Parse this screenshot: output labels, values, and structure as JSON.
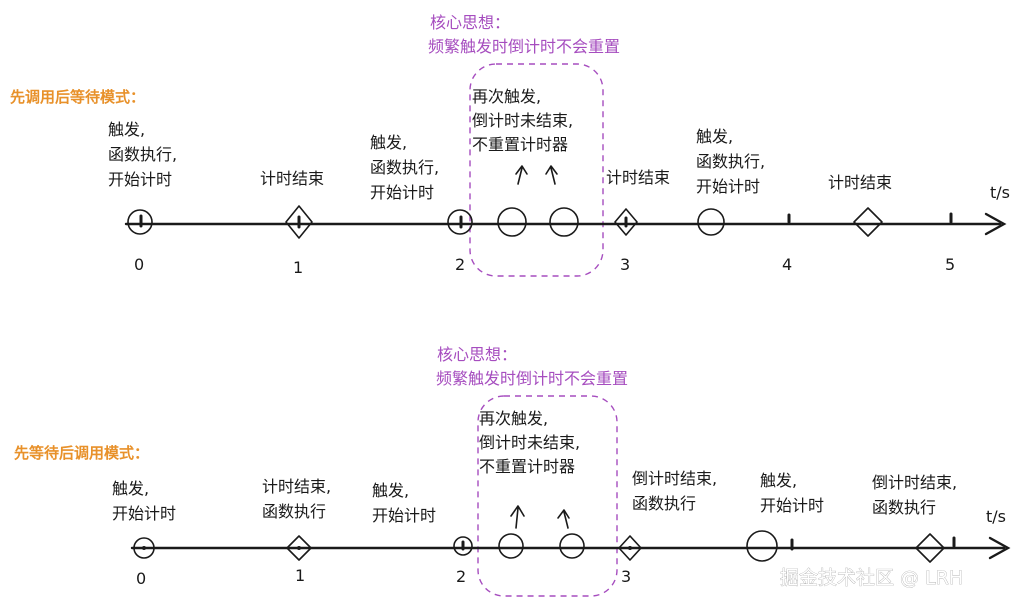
{
  "colors": {
    "purple": "#a64dbf",
    "orange": "#e8912a",
    "ink": "#1a1a1a"
  },
  "axis_label": "t/s",
  "watermark": "掘金技术社区 @ LRH",
  "panel1": {
    "mode_title": "先调用后等待模式：",
    "core_line1": "核心思想：",
    "core_line2": "频繁触发时倒计时不会重置",
    "ticks": [
      "0",
      "1",
      "2",
      "3",
      "4",
      "5"
    ],
    "box_note": [
      "再次触发,",
      "倒计时未结束,",
      "不重置计时器"
    ],
    "annotations": [
      [
        "触发,",
        "函数执行,",
        "开始计时"
      ],
      [
        "计时结束"
      ],
      [
        "触发,",
        "函数执行,",
        "开始计时"
      ],
      [
        "计时结束"
      ],
      [
        "触发,",
        "函数执行,",
        "开始计时"
      ],
      [
        "计时结束"
      ]
    ]
  },
  "panel2": {
    "mode_title": "先等待后调用模式：",
    "core_line1": "核心思想：",
    "core_line2": "频繁触发时倒计时不会重置",
    "ticks": [
      "0",
      "1",
      "2",
      "3"
    ],
    "box_note": [
      "再次触发,",
      "倒计时未结束,",
      "不重置计时器"
    ],
    "annotations": [
      [
        "触发,",
        "开始计时"
      ],
      [
        "计时结束,",
        "函数执行"
      ],
      [
        "触发,",
        "开始计时"
      ],
      [
        "倒计时结束,",
        "函数执行"
      ],
      [
        "触发,",
        "开始计时"
      ],
      [
        "倒计时结束,",
        "函数执行"
      ]
    ]
  }
}
